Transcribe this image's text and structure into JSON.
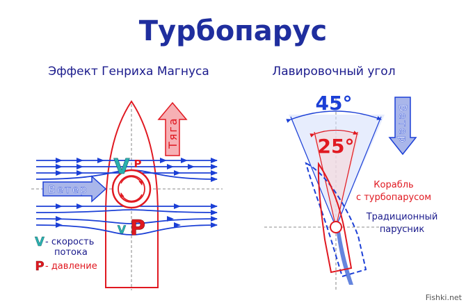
{
  "title": "Турбопарус",
  "left": {
    "heading": "Эффект Генриха Магнуса",
    "thrust_label": "Тяга",
    "wind_label": "Ветер",
    "v_symbol": "V",
    "p_symbol": "P",
    "legend_v_line1": "- скорость",
    "legend_v_line2": "потока",
    "legend_p": "- давление"
  },
  "right": {
    "heading": "Лавировочный угол",
    "angle_outer": "45°",
    "angle_inner": "25°",
    "wind_label": "Ветер",
    "ship_turbo_line1": "Корабль",
    "ship_turbo_line2": "с турбопарусом",
    "ship_trad_line1": "Традиционный",
    "ship_trad_line2": "парусник"
  },
  "watermark": "Fishki.net",
  "colors": {
    "title": "#1f2e9e",
    "heading": "#1a1a8c",
    "red": "#e01820",
    "blue": "#1b3fd6",
    "teal": "#2ab0b0",
    "arrow_fill": "#a9b6ea",
    "thrust_fill": "#f6b0b4"
  }
}
